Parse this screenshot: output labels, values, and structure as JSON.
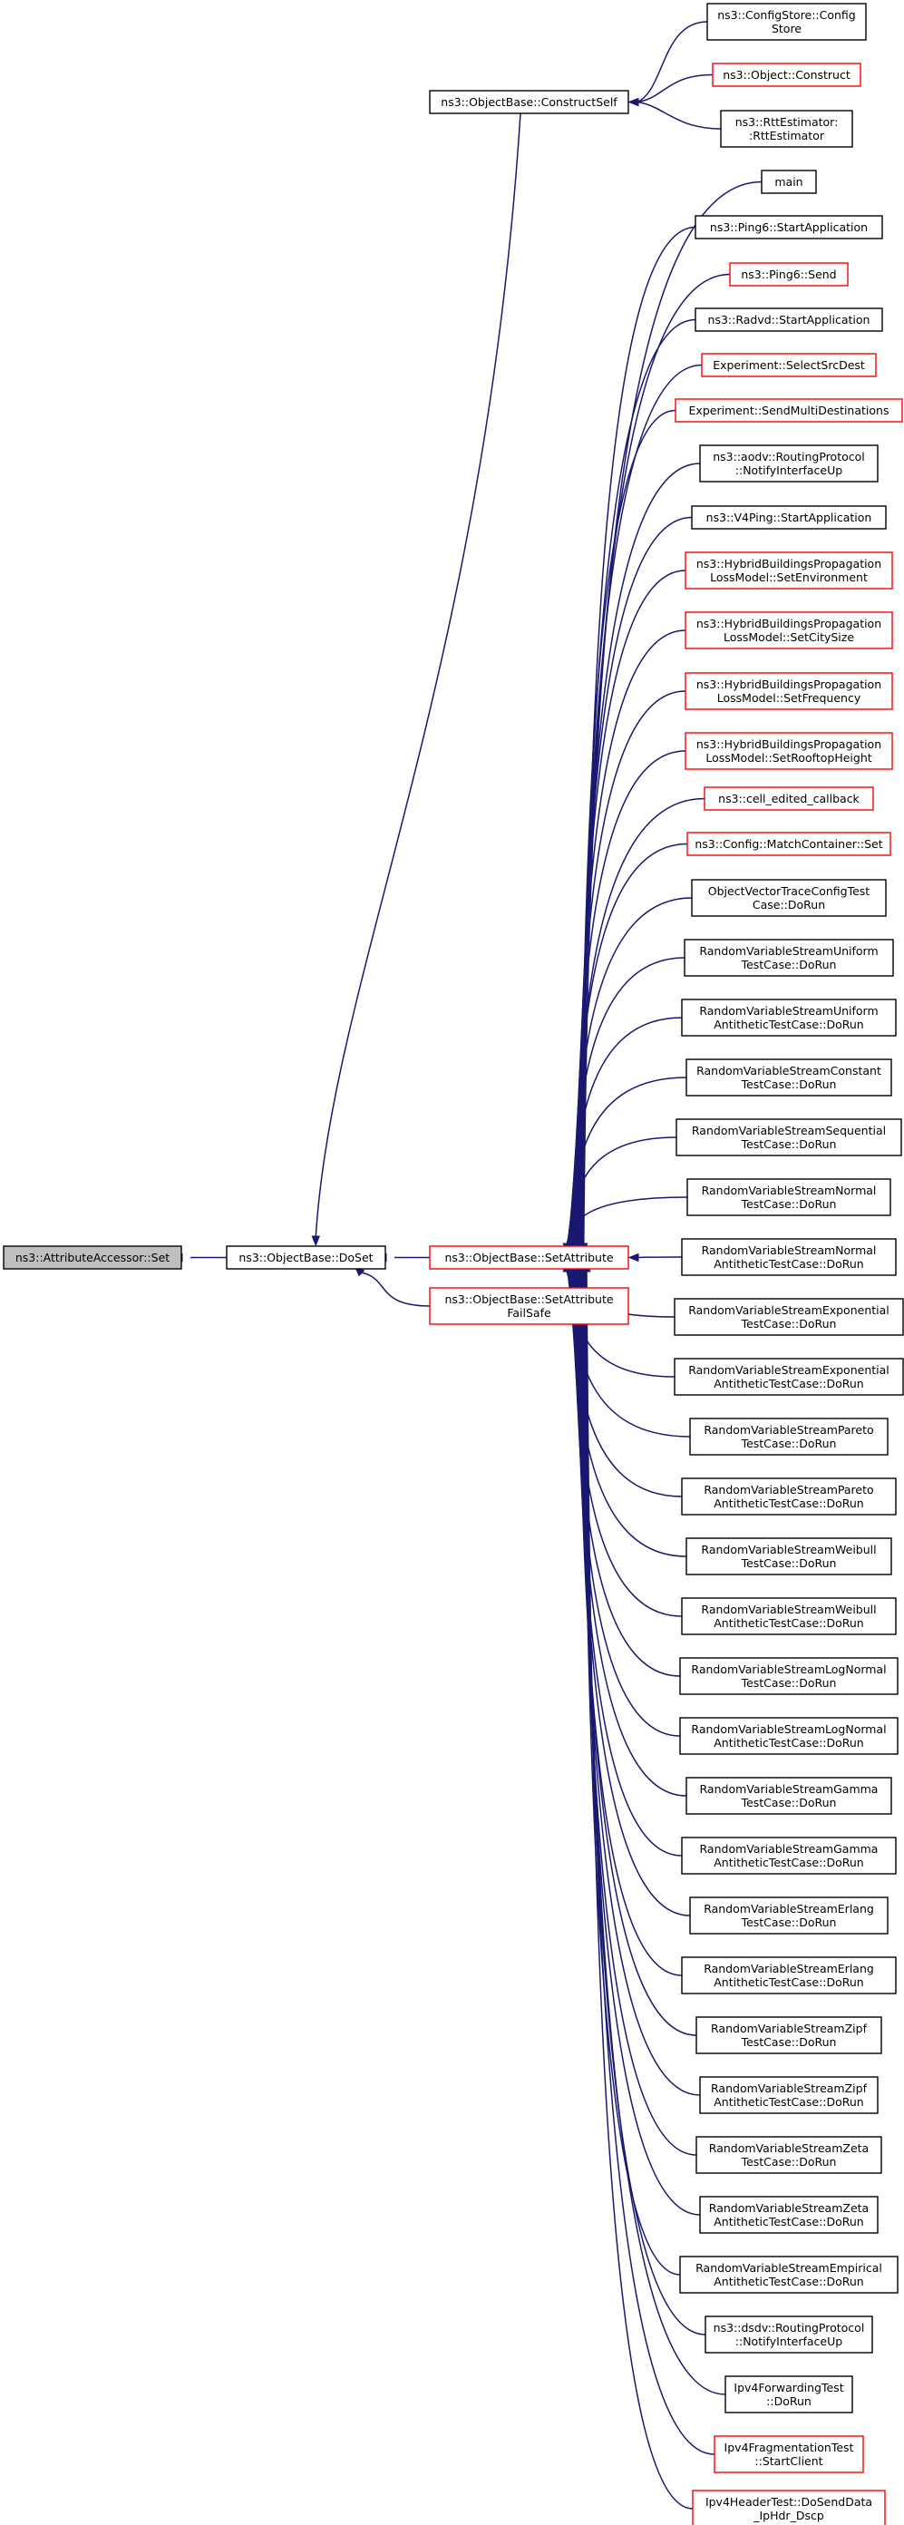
{
  "colors": {
    "edge": "#191970",
    "normal_border": "#000000",
    "red_border": "#ff0000",
    "root_fill": "#bfbfbf"
  },
  "nodes": [
    {
      "id": "root",
      "lines": [
        "ns3::AttributeAccessor::Set"
      ],
      "style": "root"
    },
    {
      "id": "doset",
      "lines": [
        "ns3::ObjectBase::DoSet"
      ],
      "style": "normal"
    },
    {
      "id": "constructself",
      "lines": [
        "ns3::ObjectBase::ConstructSelf"
      ],
      "style": "normal"
    },
    {
      "id": "setattribute",
      "lines": [
        "ns3::ObjectBase::SetAttribute"
      ],
      "style": "red"
    },
    {
      "id": "setattrfailsafe",
      "lines": [
        "ns3::ObjectBase::SetAttribute",
        "FailSafe"
      ],
      "style": "red"
    },
    {
      "id": "configstore",
      "lines": [
        "ns3::ConfigStore::Config",
        "Store"
      ],
      "style": "normal"
    },
    {
      "id": "objectconstruct",
      "lines": [
        "ns3::Object::Construct"
      ],
      "style": "red"
    },
    {
      "id": "rttestimator",
      "lines": [
        "ns3::RttEstimator:",
        ":RttEstimator"
      ],
      "style": "normal"
    },
    {
      "id": "c0",
      "lines": [
        "main"
      ],
      "style": "normal"
    },
    {
      "id": "c1",
      "lines": [
        "ns3::Ping6::StartApplication"
      ],
      "style": "normal"
    },
    {
      "id": "c2",
      "lines": [
        "ns3::Ping6::Send"
      ],
      "style": "red"
    },
    {
      "id": "c3",
      "lines": [
        "ns3::Radvd::StartApplication"
      ],
      "style": "normal"
    },
    {
      "id": "c4",
      "lines": [
        "Experiment::SelectSrcDest"
      ],
      "style": "red"
    },
    {
      "id": "c5",
      "lines": [
        "Experiment::SendMultiDestinations"
      ],
      "style": "red"
    },
    {
      "id": "c6",
      "lines": [
        "ns3::aodv::RoutingProtocol",
        "::NotifyInterfaceUp"
      ],
      "style": "normal"
    },
    {
      "id": "c7",
      "lines": [
        "ns3::V4Ping::StartApplication"
      ],
      "style": "normal"
    },
    {
      "id": "c8",
      "lines": [
        "ns3::HybridBuildingsPropagation",
        "LossModel::SetEnvironment"
      ],
      "style": "red"
    },
    {
      "id": "c9",
      "lines": [
        "ns3::HybridBuildingsPropagation",
        "LossModel::SetCitySize"
      ],
      "style": "red"
    },
    {
      "id": "c10",
      "lines": [
        "ns3::HybridBuildingsPropagation",
        "LossModel::SetFrequency"
      ],
      "style": "red"
    },
    {
      "id": "c11",
      "lines": [
        "ns3::HybridBuildingsPropagation",
        "LossModel::SetRooftopHeight"
      ],
      "style": "red"
    },
    {
      "id": "c12",
      "lines": [
        "ns3::cell_edited_callback"
      ],
      "style": "red"
    },
    {
      "id": "c13",
      "lines": [
        "ns3::Config::MatchContainer::Set"
      ],
      "style": "red"
    },
    {
      "id": "c14",
      "lines": [
        "ObjectVectorTraceConfigTest",
        "Case::DoRun"
      ],
      "style": "normal"
    },
    {
      "id": "c15",
      "lines": [
        "RandomVariableStreamUniform",
        "TestCase::DoRun"
      ],
      "style": "normal"
    },
    {
      "id": "c16",
      "lines": [
        "RandomVariableStreamUniform",
        "AntitheticTestCase::DoRun"
      ],
      "style": "normal"
    },
    {
      "id": "c17",
      "lines": [
        "RandomVariableStreamConstant",
        "TestCase::DoRun"
      ],
      "style": "normal"
    },
    {
      "id": "c18",
      "lines": [
        "RandomVariableStreamSequential",
        "TestCase::DoRun"
      ],
      "style": "normal"
    },
    {
      "id": "c19",
      "lines": [
        "RandomVariableStreamNormal",
        "TestCase::DoRun"
      ],
      "style": "normal"
    },
    {
      "id": "c20",
      "lines": [
        "RandomVariableStreamNormal",
        "AntitheticTestCase::DoRun"
      ],
      "style": "normal"
    },
    {
      "id": "c21",
      "lines": [
        "RandomVariableStreamExponential",
        "TestCase::DoRun"
      ],
      "style": "normal"
    },
    {
      "id": "c22",
      "lines": [
        "RandomVariableStreamExponential",
        "AntitheticTestCase::DoRun"
      ],
      "style": "normal"
    },
    {
      "id": "c23",
      "lines": [
        "RandomVariableStreamPareto",
        "TestCase::DoRun"
      ],
      "style": "normal"
    },
    {
      "id": "c24",
      "lines": [
        "RandomVariableStreamPareto",
        "AntitheticTestCase::DoRun"
      ],
      "style": "normal"
    },
    {
      "id": "c25",
      "lines": [
        "RandomVariableStreamWeibull",
        "TestCase::DoRun"
      ],
      "style": "normal"
    },
    {
      "id": "c26",
      "lines": [
        "RandomVariableStreamWeibull",
        "AntitheticTestCase::DoRun"
      ],
      "style": "normal"
    },
    {
      "id": "c27",
      "lines": [
        "RandomVariableStreamLogNormal",
        "TestCase::DoRun"
      ],
      "style": "normal"
    },
    {
      "id": "c28",
      "lines": [
        "RandomVariableStreamLogNormal",
        "AntitheticTestCase::DoRun"
      ],
      "style": "normal"
    },
    {
      "id": "c29",
      "lines": [
        "RandomVariableStreamGamma",
        "TestCase::DoRun"
      ],
      "style": "normal"
    },
    {
      "id": "c30",
      "lines": [
        "RandomVariableStreamGamma",
        "AntitheticTestCase::DoRun"
      ],
      "style": "normal"
    },
    {
      "id": "c31",
      "lines": [
        "RandomVariableStreamErlang",
        "TestCase::DoRun"
      ],
      "style": "normal"
    },
    {
      "id": "c32",
      "lines": [
        "RandomVariableStreamErlang",
        "AntitheticTestCase::DoRun"
      ],
      "style": "normal"
    },
    {
      "id": "c33",
      "lines": [
        "RandomVariableStreamZipf",
        "TestCase::DoRun"
      ],
      "style": "normal"
    },
    {
      "id": "c34",
      "lines": [
        "RandomVariableStreamZipf",
        "AntitheticTestCase::DoRun"
      ],
      "style": "normal"
    },
    {
      "id": "c35",
      "lines": [
        "RandomVariableStreamZeta",
        "TestCase::DoRun"
      ],
      "style": "normal"
    },
    {
      "id": "c36",
      "lines": [
        "RandomVariableStreamZeta",
        "AntitheticTestCase::DoRun"
      ],
      "style": "normal"
    },
    {
      "id": "c37",
      "lines": [
        "RandomVariableStreamEmpirical",
        "AntitheticTestCase::DoRun"
      ],
      "style": "normal"
    },
    {
      "id": "c38",
      "lines": [
        "ns3::dsdv::RoutingProtocol",
        "::NotifyInterfaceUp"
      ],
      "style": "normal"
    },
    {
      "id": "c39",
      "lines": [
        "Ipv4ForwardingTest",
        "::DoRun"
      ],
      "style": "normal"
    },
    {
      "id": "c40",
      "lines": [
        "Ipv4FragmentationTest",
        "::StartClient"
      ],
      "style": "red"
    },
    {
      "id": "c41",
      "lines": [
        "Ipv4HeaderTest::DoSendData",
        "_IpHdr_Dscp"
      ],
      "style": "red"
    }
  ],
  "edges": [
    {
      "from": "doset",
      "to": "root"
    },
    {
      "from": "constructself",
      "to": "doset"
    },
    {
      "from": "setattribute",
      "to": "doset"
    },
    {
      "from": "setattrfailsafe",
      "to": "doset"
    },
    {
      "from": "configstore",
      "to": "constructself"
    },
    {
      "from": "objectconstruct",
      "to": "constructself"
    },
    {
      "from": "rttestimator",
      "to": "constructself"
    },
    {
      "from": "c0",
      "to": "setattribute"
    },
    {
      "from": "c1",
      "to": "setattribute"
    },
    {
      "from": "c2",
      "to": "setattribute"
    },
    {
      "from": "c3",
      "to": "setattribute"
    },
    {
      "from": "c4",
      "to": "setattribute"
    },
    {
      "from": "c5",
      "to": "setattribute"
    },
    {
      "from": "c6",
      "to": "setattribute"
    },
    {
      "from": "c7",
      "to": "setattribute"
    },
    {
      "from": "c8",
      "to": "setattribute"
    },
    {
      "from": "c9",
      "to": "setattribute"
    },
    {
      "from": "c10",
      "to": "setattribute"
    },
    {
      "from": "c11",
      "to": "setattribute"
    },
    {
      "from": "c12",
      "to": "setattribute"
    },
    {
      "from": "c13",
      "to": "setattribute"
    },
    {
      "from": "c14",
      "to": "setattribute"
    },
    {
      "from": "c15",
      "to": "setattribute"
    },
    {
      "from": "c16",
      "to": "setattribute"
    },
    {
      "from": "c17",
      "to": "setattribute"
    },
    {
      "from": "c18",
      "to": "setattribute"
    },
    {
      "from": "c19",
      "to": "setattribute"
    },
    {
      "from": "c20",
      "to": "setattribute"
    },
    {
      "from": "c21",
      "to": "setattribute"
    },
    {
      "from": "c22",
      "to": "setattribute"
    },
    {
      "from": "c23",
      "to": "setattribute"
    },
    {
      "from": "c24",
      "to": "setattribute"
    },
    {
      "from": "c25",
      "to": "setattribute"
    },
    {
      "from": "c26",
      "to": "setattribute"
    },
    {
      "from": "c27",
      "to": "setattribute"
    },
    {
      "from": "c28",
      "to": "setattribute"
    },
    {
      "from": "c29",
      "to": "setattribute"
    },
    {
      "from": "c30",
      "to": "setattribute"
    },
    {
      "from": "c31",
      "to": "setattribute"
    },
    {
      "from": "c32",
      "to": "setattribute"
    },
    {
      "from": "c33",
      "to": "setattribute"
    },
    {
      "from": "c34",
      "to": "setattribute"
    },
    {
      "from": "c35",
      "to": "setattribute"
    },
    {
      "from": "c36",
      "to": "setattribute"
    },
    {
      "from": "c37",
      "to": "setattribute"
    },
    {
      "from": "c38",
      "to": "setattribute"
    },
    {
      "from": "c39",
      "to": "setattribute"
    },
    {
      "from": "c40",
      "to": "setattribute"
    },
    {
      "from": "c41",
      "to": "setattribute"
    }
  ]
}
